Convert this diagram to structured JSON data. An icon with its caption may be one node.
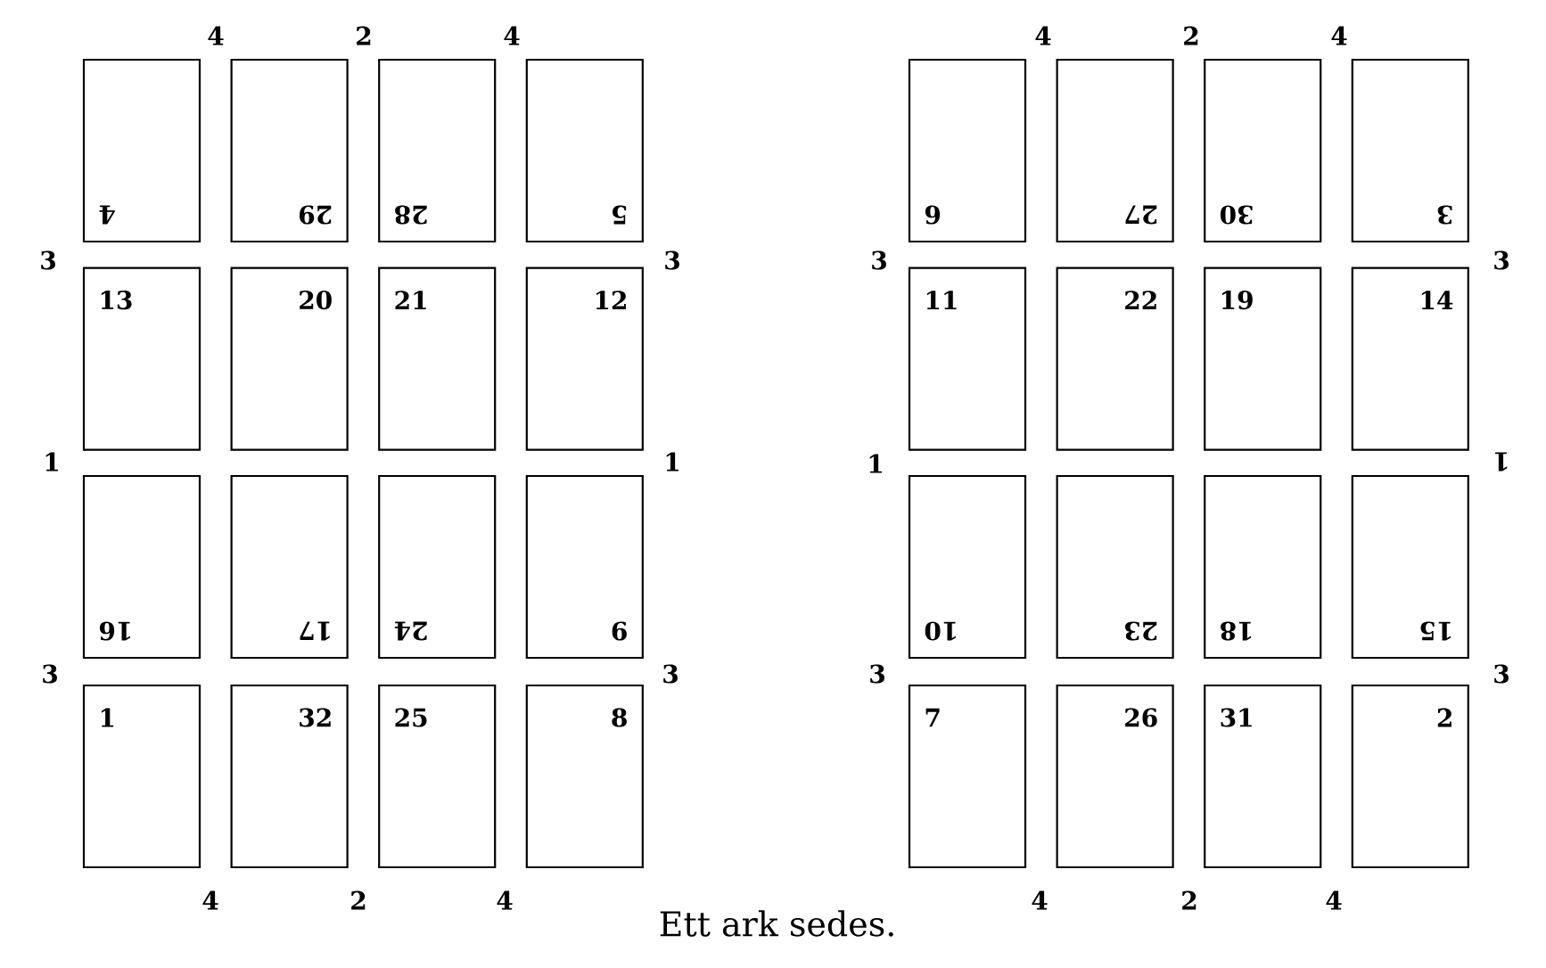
{
  "diagram": {
    "caption": "Ett ark sedes.",
    "nodes": [
      {
        "text": [
          "4"
        ]
      },
      {
        "text": [
          "29"
        ]
      },
      {
        "text": [
          "28"
        ]
      },
      {
        "text": [
          "5"
        ]
      },
      {
        "text": [
          "6"
        ]
      },
      {
        "text": [
          "27"
        ]
      },
      {
        "text": [
          "30"
        ]
      },
      {
        "text": [
          "3"
        ]
      },
      {
        "text": [
          "13"
        ]
      },
      {
        "text": [
          "20"
        ]
      },
      {
        "text": [
          "21"
        ]
      },
      {
        "text": [
          "12"
        ]
      },
      {
        "text": [
          "11"
        ]
      },
      {
        "text": [
          "22"
        ]
      },
      {
        "text": [
          "19"
        ]
      },
      {
        "text": [
          "14"
        ]
      },
      {
        "text": [
          "16"
        ]
      },
      {
        "text": [
          "17"
        ]
      },
      {
        "text": [
          "24"
        ]
      },
      {
        "text": [
          "9"
        ]
      },
      {
        "text": [
          "10"
        ]
      },
      {
        "text": [
          "23"
        ]
      },
      {
        "text": [
          "18"
        ]
      },
      {
        "text": [
          "15"
        ]
      },
      {
        "text": [
          "1"
        ]
      },
      {
        "text": [
          "32"
        ]
      },
      {
        "text": [
          "25"
        ]
      },
      {
        "text": [
          "8"
        ]
      },
      {
        "text": [
          "7"
        ]
      },
      {
        "text": [
          "26"
        ]
      },
      {
        "text": [
          "31"
        ]
      },
      {
        "text": [
          "2"
        ]
      }
    ],
    "labels": [
      "4",
      "2",
      "4",
      "4",
      "2",
      "4",
      "3",
      "3",
      "3",
      "3",
      "1",
      "1",
      "1",
      "1",
      "3",
      "3",
      "3",
      "3",
      "4",
      "2",
      "4",
      "4",
      "2",
      "4"
    ]
  }
}
